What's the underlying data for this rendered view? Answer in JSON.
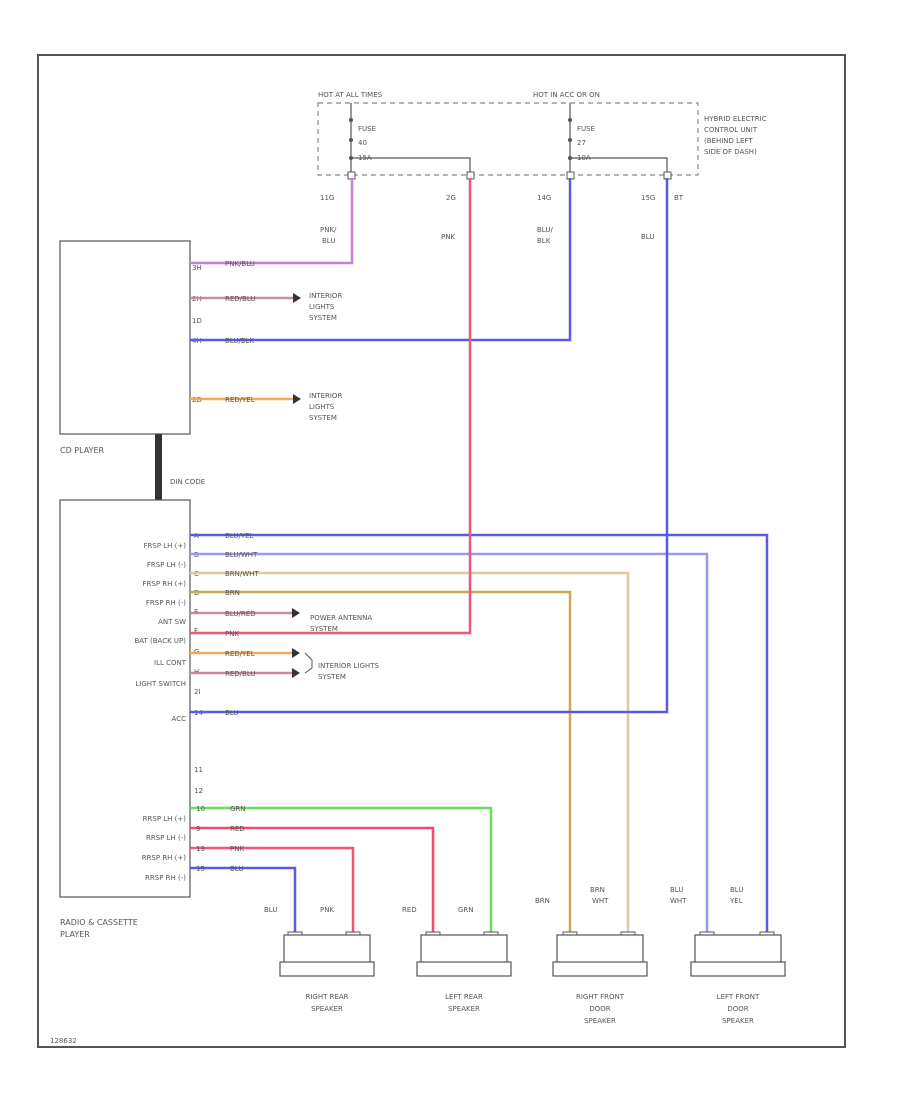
{
  "colors": {
    "violet": "#c77fd9",
    "pink": "#f2557a",
    "blue": "#5a5ae6",
    "light_blue": "#9a9af0",
    "tan": "#ddc9a2",
    "ochre": "#c9a955",
    "green": "#66e05a",
    "red": "#f24d63",
    "orange": "#f2aa55",
    "line": "#555555"
  },
  "fuse_box": {
    "hot_at_all_times": "HOT AT ALL TIMES",
    "hot_in_acc": "HOT IN ACC OR ON",
    "fuse1": [
      "FUSE",
      "40",
      "15A"
    ],
    "fuse2": [
      "FUSE",
      "27",
      "10A"
    ],
    "desc": [
      "HYBRID ELECTRIC",
      "CONTROL UNIT",
      "(BEHIND LEFT",
      "SIDE OF DASH)"
    ],
    "pins": [
      "11G",
      "2G",
      "14G",
      "15G"
    ],
    "pin_extra": "BT"
  },
  "wire_colors_top": {
    "w1": [
      "PNK/",
      "BLU"
    ],
    "w2": "PNK",
    "w3": [
      "BLU/",
      "BLK"
    ],
    "w4": "BLU"
  },
  "cd_player": {
    "label": "CD PLAYER",
    "wires": [
      "PNK/BLU",
      "RED/BLU",
      "BLU/BLK",
      "RED/YEL"
    ],
    "pins": [
      "3H",
      "2H",
      "1D",
      "4H",
      "2D"
    ],
    "dest1": [
      "INTERIOR",
      "LIGHTS",
      "SYSTEM"
    ],
    "dest2": [
      "INTERIOR",
      "LIGHTS",
      "SYSTEM"
    ],
    "link": "DIN CODE"
  },
  "radio": {
    "label": [
      "RADIO & CASSETTE",
      "PLAYER"
    ],
    "labels": [
      "FRSP LH (+)",
      "FRSP LH (-)",
      "FRSP RH (+)",
      "FRSP RH (-)",
      "ANT SW",
      "BAT (BACK UP)",
      "ILL CONT",
      "LIGHT SWITCH",
      "ACC"
    ],
    "wires": [
      "BLU/YEL",
      "BLU/WHT",
      "BRN/WHT",
      "BRN",
      "BLU/RED",
      "PNK",
      "RED/YEL",
      "RED/BLU",
      "BLU"
    ],
    "pins": [
      "A",
      "B",
      "C",
      "D",
      "E",
      "F",
      "G",
      "H",
      "2I",
      "14",
      "11",
      "12"
    ],
    "rear_labels": [
      "RRSP LH (+)",
      "RRSP LH (-)",
      "RRSP RH (+)",
      "RRSP RH (-)"
    ],
    "rear_wires": [
      "GRN",
      "RED",
      "PNK",
      "BLU"
    ],
    "rear_pins": [
      "10",
      "9",
      "13",
      "15"
    ],
    "dest_antenna": [
      "POWER ANTENNA",
      "SYSTEM"
    ],
    "dest_lights": [
      "INTERIOR LIGHTS",
      "SYSTEM"
    ]
  },
  "speakers": [
    {
      "name": [
        "RIGHT REAR",
        "SPEAKER"
      ],
      "wires": [
        "BLU",
        "PNK"
      ]
    },
    {
      "name": [
        "LEFT REAR",
        "SPEAKER"
      ],
      "wires": [
        "RED",
        "GRN"
      ]
    },
    {
      "name": [
        "RIGHT FRONT",
        "DOOR",
        "SPEAKER"
      ],
      "wires": [
        "BRN",
        [
          "BRN",
          "WHT"
        ]
      ]
    },
    {
      "name": [
        "LEFT FRONT",
        "DOOR",
        "SPEAKER"
      ],
      "wires": [
        [
          "BLU",
          "WHT"
        ],
        [
          "BLU",
          "YEL"
        ]
      ]
    }
  ],
  "diagram_id": "128632"
}
